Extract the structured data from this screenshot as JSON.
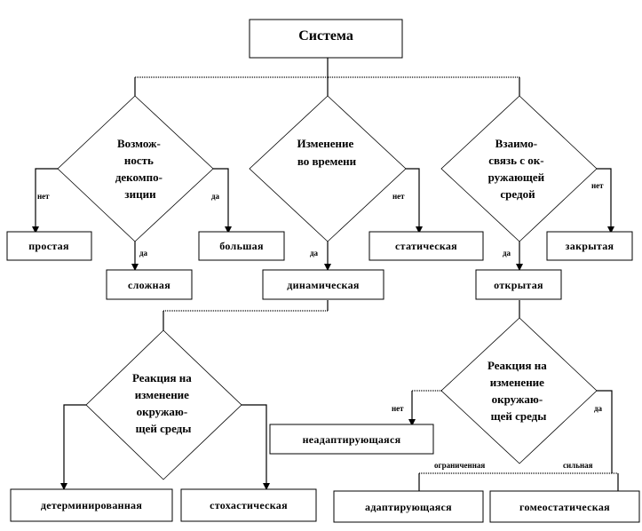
{
  "root": {
    "label": "Система"
  },
  "decisions": {
    "decomposition": {
      "lines": [
        "Возмож-",
        "ность",
        "декомпо-",
        "зиции"
      ]
    },
    "time_change": {
      "lines": [
        "Изменение",
        "во времени"
      ]
    },
    "env_relation": {
      "lines": [
        "Взаимо-",
        "связь с ок-",
        "ружающей",
        "средой"
      ]
    },
    "reaction_left": {
      "lines": [
        "Реакция на",
        "изменение",
        "окружаю-",
        "щей среды"
      ]
    },
    "reaction_right": {
      "lines": [
        "Реакция на",
        "изменение",
        "окружаю-",
        "щей среды"
      ]
    }
  },
  "boxes": {
    "simple": "простая",
    "complex": "сложная",
    "large": "большая",
    "dynamic": "динамическая",
    "static": "статическая",
    "open": "открытая",
    "closed": "закрытая",
    "nonadaptive": "неадаптирующаяся",
    "deterministic": "детерминированная",
    "stochastic": "стохастическая",
    "adaptive": "адаптирующаяся",
    "homeostatic": "гомеостатическая"
  },
  "edges": {
    "no": "нет",
    "yes": "да",
    "limited": "ограниченная",
    "strong": "сильная"
  }
}
